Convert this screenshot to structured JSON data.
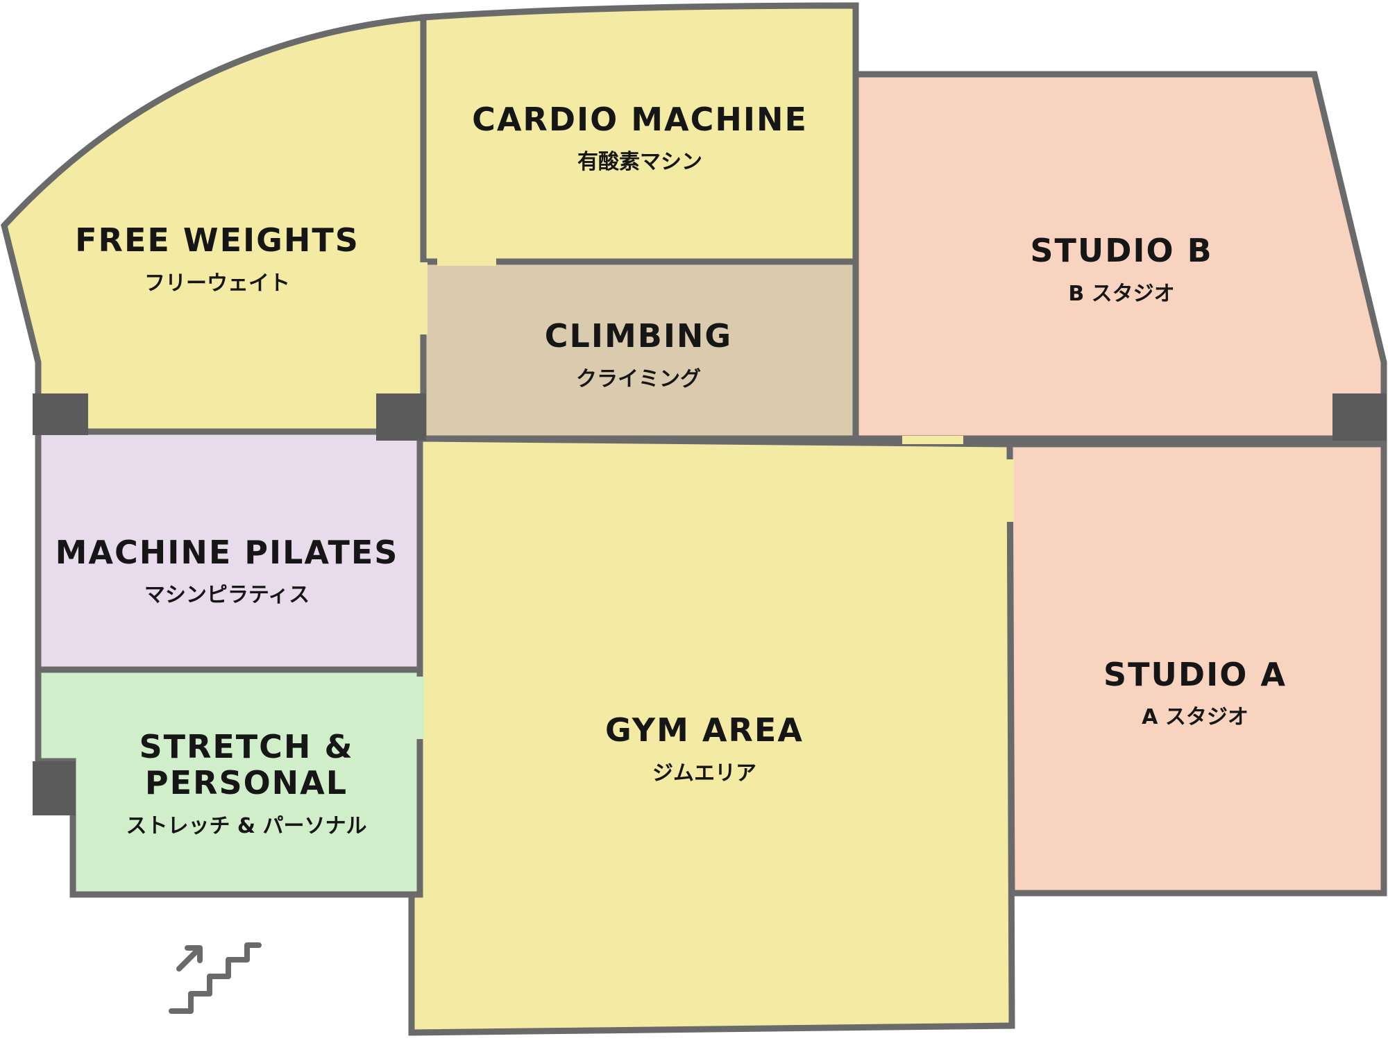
{
  "colors": {
    "wall": "#6a6a6a",
    "pillar": "#5b5b5b",
    "yellow": "#f3eba3",
    "tan": "#dbcbae",
    "peach": "#f8d3bf",
    "lavender": "#e8dbec",
    "mint": "#d0eeca"
  },
  "rooms": {
    "free_weights": {
      "en": "FREE WEIGHTS",
      "jp": "フリーウェイト",
      "color": "#f3eba3"
    },
    "cardio": {
      "en": "CARDIO MACHINE",
      "jp": "有酸素マシン",
      "color": "#f3eba3"
    },
    "climbing": {
      "en": "CLIMBING",
      "jp": "クライミング",
      "color": "#dbcbae"
    },
    "studio_b": {
      "en": "STUDIO B",
      "jp": "B スタジオ",
      "color": "#f8d3bf"
    },
    "pilates": {
      "en": "MACHINE PILATES",
      "jp": "マシンピラティス",
      "color": "#e8dbec"
    },
    "stretch": {
      "en_line1": "STRETCH &",
      "en_line2": "PERSONAL",
      "jp": "ストレッチ & パーソナル",
      "color": "#d0eeca"
    },
    "gym": {
      "en": "GYM AREA",
      "jp": "ジムエリア",
      "color": "#f3eba3"
    },
    "studio_a": {
      "en": "STUDIO A",
      "jp": "A スタジオ",
      "color": "#f8d3bf"
    }
  },
  "icons": {
    "stairs": "stairs-up-icon"
  }
}
